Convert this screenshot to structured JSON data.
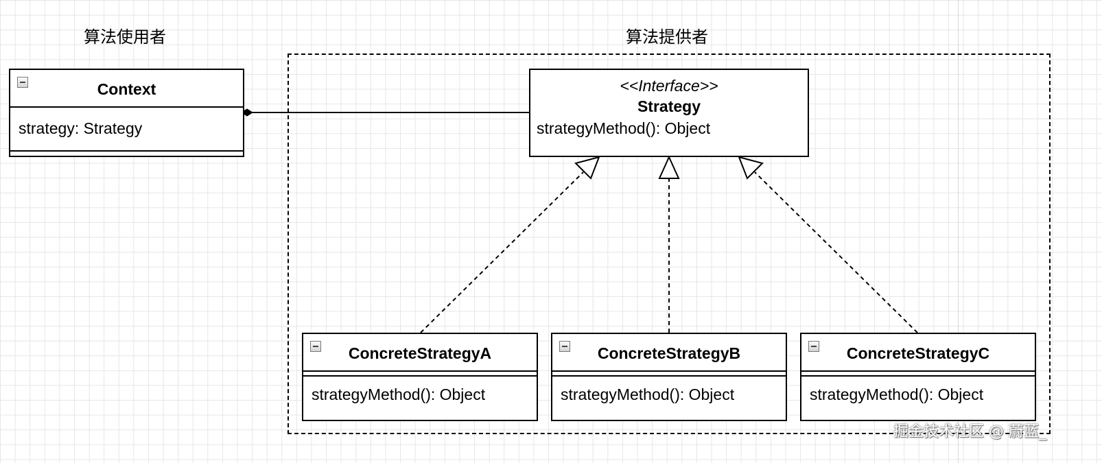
{
  "headings": {
    "left": "算法使用者",
    "right": "算法提供者"
  },
  "context": {
    "name": "Context",
    "attribute": "strategy: Strategy"
  },
  "strategy": {
    "stereotype": "<<Interface>>",
    "name": "Strategy",
    "method": "strategyMethod(): Object"
  },
  "implementations": [
    {
      "name": "ConcreteStrategyA",
      "method": "strategyMethod(): Object"
    },
    {
      "name": "ConcreteStrategyB",
      "method": "strategyMethod(): Object"
    },
    {
      "name": "ConcreteStrategyC",
      "method": "strategyMethod(): Object"
    }
  ],
  "relationships": [
    {
      "type": "composition",
      "from": "Context",
      "to": "Strategy"
    },
    {
      "type": "realization",
      "from": "ConcreteStrategyA",
      "to": "Strategy"
    },
    {
      "type": "realization",
      "from": "ConcreteStrategyB",
      "to": "Strategy"
    },
    {
      "type": "realization",
      "from": "ConcreteStrategyC",
      "to": "Strategy"
    }
  ],
  "watermark": "掘金技术社区 @ 蔚蓝_"
}
